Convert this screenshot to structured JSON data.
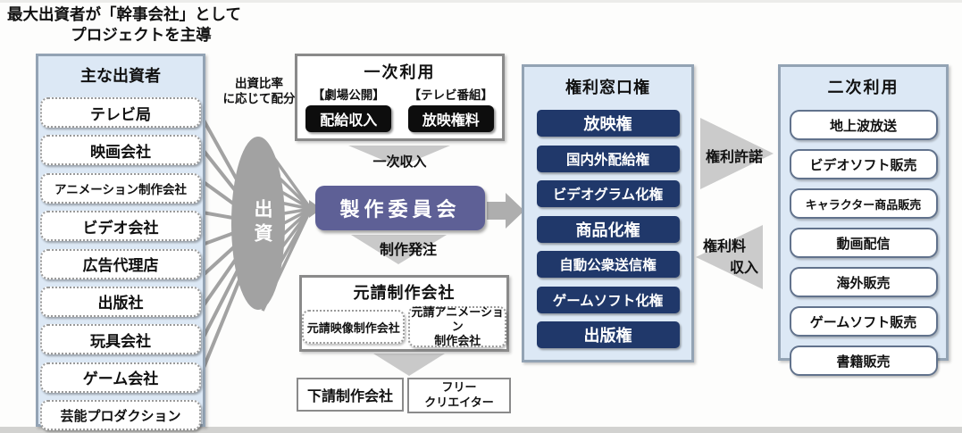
{
  "page": {
    "title_line1": "最大出資者が「幹事会社」として",
    "title_line2": "プロジェクトを主導"
  },
  "investors": {
    "header": "主な出資者",
    "items": [
      "テレビ局",
      "映画会社",
      "アニメーション制作会社",
      "ビデオ会社",
      "広告代理店",
      "出版社",
      "玩具会社",
      "ゲーム会社",
      "芸能プロダクション"
    ]
  },
  "investment": {
    "ellipse_label": "出資",
    "note_line1": "出資比率",
    "note_line2": "に応じて配分"
  },
  "primary_use": {
    "header": "一次利用",
    "columns": [
      {
        "category": "【劇場公開】",
        "revenue": "配給収入"
      },
      {
        "category": "【テレビ番組】",
        "revenue": "放映権料"
      }
    ],
    "income_label": "一次収入"
  },
  "committee": {
    "label": "製作委員会",
    "order_label": "制作発注"
  },
  "prime_contractor": {
    "header": "元請制作会社",
    "items": [
      "元請映像制作会社",
      "元請アニメーション\n制作会社"
    ],
    "subcontractors": [
      "下請制作会社",
      "フリー\nクリエイター"
    ]
  },
  "rights_window": {
    "header": "権利窓口権",
    "items": [
      "放映権",
      "国内外配給権",
      "ビデオグラム化権",
      "商品化権",
      "自動公衆送信権",
      "ゲームソフト化権",
      "出版権"
    ]
  },
  "licensing": {
    "grant_label": "権利許諾",
    "fee_label_line1": "権利料",
    "fee_label_line2": "収入"
  },
  "secondary_use": {
    "header": "二次利用",
    "items": [
      "地上波放送",
      "ビデオソフト販売",
      "キャラクター商品販売",
      "動画配信",
      "海外販売",
      "ゲームソフト販売",
      "書籍販売"
    ]
  },
  "colors": {
    "panel_blue": "#dce8f5",
    "navy_button": "#20386a",
    "committee_purple": "#5e6096",
    "black_button": "#0d0d0d",
    "connector_gray": "#a2a2a2",
    "triangle_gray": "#c9c9c9"
  }
}
